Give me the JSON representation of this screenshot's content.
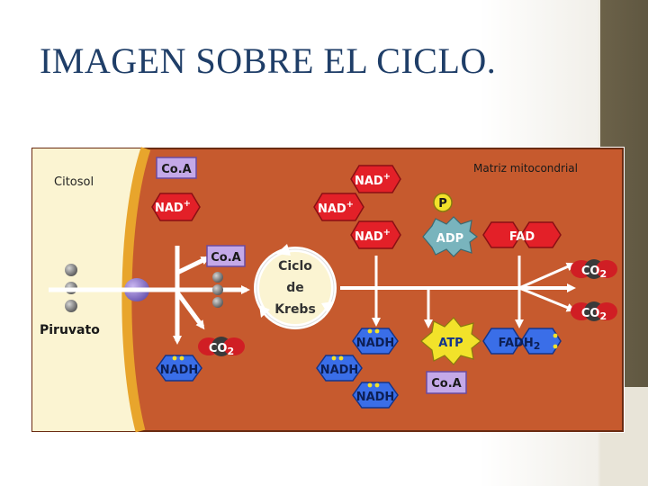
{
  "slide": {
    "title": "IMAGEN SOBRE EL CICLO."
  },
  "diagram": {
    "region_left": "Citosol",
    "region_right": "Matriz mitocondrial",
    "input": "Piruvato",
    "cycle_line1": "Ciclo",
    "cycle_line2": "de",
    "cycle_line3": "Krebs",
    "coa_top": "Co.A",
    "coa_mid": "Co.A",
    "coa_bottom": "Co.A",
    "nad_left": "NAD",
    "nad_top1": "NAD",
    "nad_top2": "NAD",
    "nad_top3": "NAD",
    "plus": "+",
    "phosphate": "P",
    "adp": "ADP",
    "fad": "FAD",
    "co2": "CO",
    "co2_sub": "2",
    "nadh": "NADH",
    "atp": "ATP",
    "fadh2": "FADH",
    "fadh2_sub": "2"
  },
  "colors": {
    "matrix": "#c65a2e",
    "cytosol": "#fbf4d2",
    "membrane": "#e8a52c",
    "nad": "#e32028",
    "nadh": "#3a6ee8",
    "atp": "#f2e22a",
    "adp": "#79b4bd",
    "coa": "#c4a9e8",
    "co2": "#d01e24"
  }
}
